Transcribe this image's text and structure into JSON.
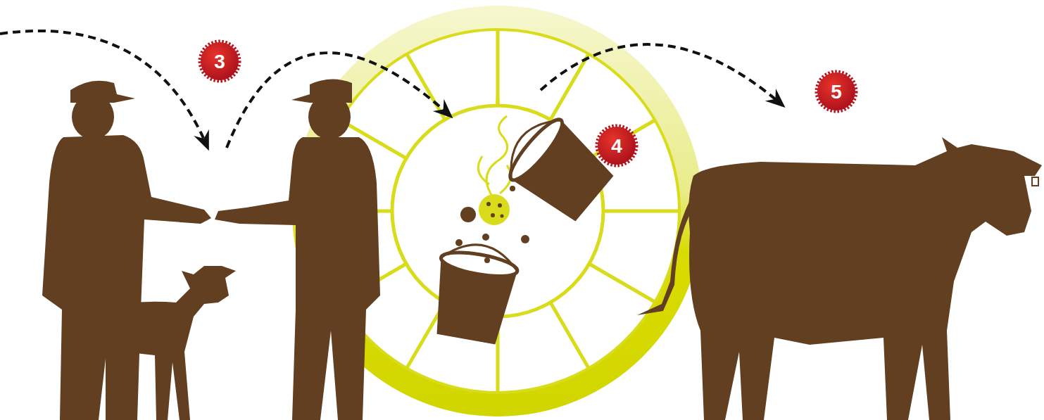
{
  "diagram": {
    "labels": [
      "3",
      "4",
      "5"
    ]
  }
}
